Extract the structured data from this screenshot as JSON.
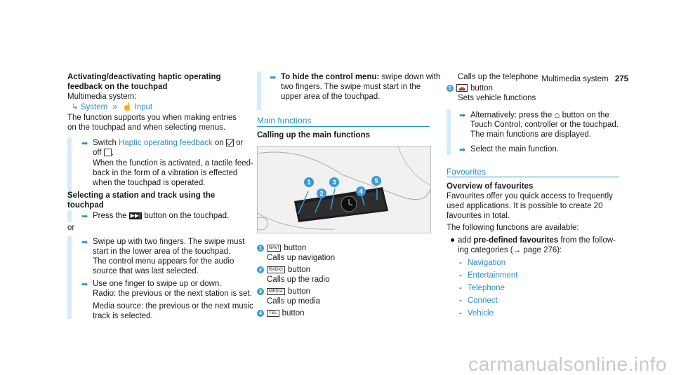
{
  "header": {
    "title": "Multimedia system",
    "page": "275"
  },
  "left": {
    "heading1": "Activating/deactivating haptic operating",
    "heading2": "feedback on the touchpad",
    "line1": "Multimedia system:",
    "path_system": "System",
    "path_input": "Input",
    "p1": "The function supports you when making entries",
    "p2": "on the touchpad and when selecting menus.",
    "s1_a": "Switch ",
    "s1_link": "Haptic operating feedback",
    "s1_b": " on",
    "s1_c": " or",
    "s1_off": "off",
    "s1_l3": "When the function is activated, a tactile feed-",
    "s1_l4": "back in the form of a vibration is effected",
    "s1_l5": "when the touchpad is operated.",
    "h2_a": "Selecting a station and track using the",
    "h2_b": "touchpad",
    "s2_a": "Press the",
    "s2_b": "button on the touchpad.",
    "or": "or",
    "s3_1": "Swipe up with two fingers. The swipe must",
    "s3_2": "start in the lower area of the touchpad.",
    "s3_3": "The control menu appears for the audio",
    "s3_4": "source that was last selected.",
    "s4_1": "Use one finger to swipe up or down.",
    "s4_2": "Radio: the previous or the next station is set.",
    "s4_3": "Media source: the previous or the next music",
    "s4_4": "track is selected."
  },
  "middle": {
    "hide_bold": "To hide the control menu:",
    "hide_1": " swipe down with",
    "hide_2": "two fingers. The swipe must start in the",
    "hide_3": "upper area of the touchpad.",
    "section": "Main functions",
    "sub": "Calling up the main functions",
    "items": [
      {
        "n": "1",
        "key": "NAVI",
        "label": "button",
        "desc": "Calls up navigation"
      },
      {
        "n": "2",
        "key": "RADIO",
        "label": "button",
        "desc": "Calls up the radio"
      },
      {
        "n": "3",
        "key": "MEDIA",
        "label": "button",
        "desc": "Calls up media"
      },
      {
        "n": "4",
        "key": "TEL",
        "label": "button",
        "desc": ""
      }
    ],
    "figure_labels": [
      "1",
      "2",
      "3",
      "4",
      "5"
    ]
  },
  "right": {
    "tel_desc": "Calls up the telephone",
    "n5": "5",
    "car_label": "button",
    "car_desc": "Sets vehicle functions",
    "alt_1a": "Alternatively: press the",
    "alt_1b": "button on the",
    "alt_2": "Touch Control, controller or the touchpad.",
    "alt_3": "The main functions are displayed.",
    "select": "Select the main function.",
    "section": "Favourites",
    "sub": "Overview of favourites",
    "f1": "Favourites offer you quick access to frequently",
    "f2": "used applications. It is possible to create 20",
    "f3": "favourites in total.",
    "f4": "The following functions are available:",
    "add_a": "add ",
    "add_bold": "pre-defined favourites",
    "add_b": " from the follow-",
    "add_2": "ing categories (→ page 276):",
    "categories": [
      "Navigation",
      "Entertainment",
      "Telephone",
      "Connect",
      "Vehicle"
    ]
  },
  "watermark": "carmanualsonline.info"
}
